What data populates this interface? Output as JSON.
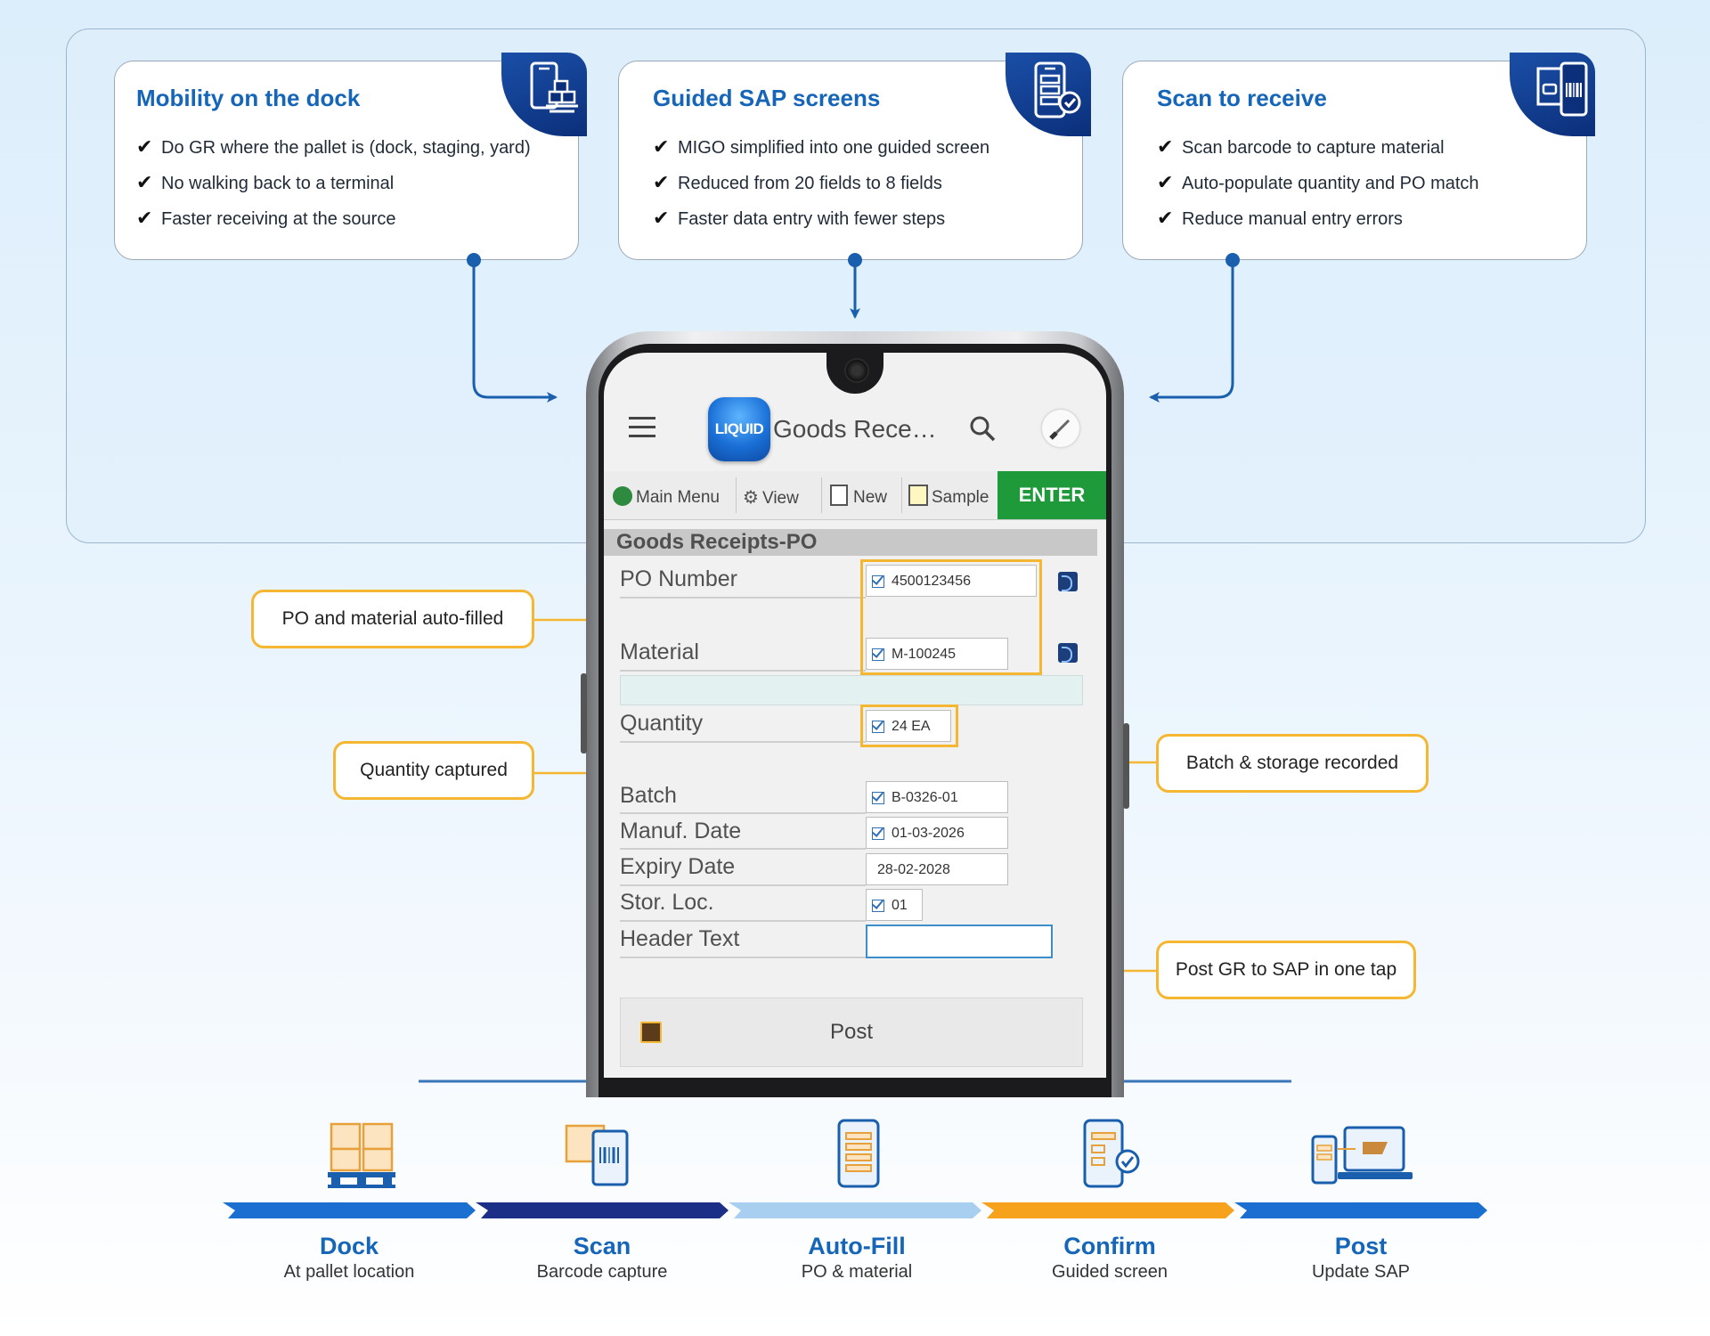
{
  "cards": [
    {
      "title": "Mobility on the dock",
      "items": [
        "Do GR where the pallet is (dock, staging, yard)",
        "No walking back to a terminal",
        "Faster receiving at the source"
      ],
      "icon": "mobile-pallet-icon"
    },
    {
      "title": "Guided SAP screens",
      "items": [
        "MIGO simplified into one guided screen",
        "Reduced from 20 fields to 8 fields",
        "Faster data entry with fewer steps"
      ],
      "icon": "mobile-form-check-icon"
    },
    {
      "title": "Scan to receive",
      "items": [
        "Scan barcode to capture material",
        "Auto-populate quantity and PO match",
        "Reduce manual entry errors"
      ],
      "icon": "barcode-scanner-icon"
    }
  ],
  "app": {
    "logo_text": "LIQUID",
    "title": "Goods Rece…",
    "toolbar": {
      "main_menu": "Main Menu",
      "view": "View",
      "new": "New",
      "sample": "Sample",
      "enter": "ENTER"
    },
    "section_title": "Goods Receipts-PO",
    "fields": {
      "po_number": {
        "label": "PO Number",
        "value": "4500123456"
      },
      "material": {
        "label": "Material",
        "value": "M-100245"
      },
      "quantity": {
        "label": "Quantity",
        "value": "24 EA"
      },
      "batch": {
        "label": "Batch",
        "value": "B-0326-01"
      },
      "manuf_date": {
        "label": "Manuf. Date",
        "value": "01-03-2026"
      },
      "expiry_date": {
        "label": "Expiry Date",
        "value": "28-02-2028"
      },
      "stor_loc": {
        "label": "Stor. Loc.",
        "value": "01"
      },
      "header_text": {
        "label": "Header Text",
        "value": ""
      }
    },
    "post_label": "Post"
  },
  "callouts": {
    "auto_filled": "PO and material auto-filled",
    "quantity": "Quantity captured",
    "batch": "Batch & storage recorded",
    "post": "Post GR to SAP in one tap"
  },
  "steps": [
    {
      "title": "Dock",
      "subtitle": "At pallet location",
      "color": "#1a6fd0"
    },
    {
      "title": "Scan",
      "subtitle": "Barcode capture",
      "color": "#1c2f86"
    },
    {
      "title": "Auto-Fill",
      "subtitle": "PO & material",
      "color": "#a8cff0"
    },
    {
      "title": "Confirm",
      "subtitle": "Guided screen",
      "color": "#f7a21c"
    },
    {
      "title": "Post",
      "subtitle": "Update SAP",
      "color": "#1a6fd0"
    }
  ],
  "colors": {
    "accent": "#1565b8",
    "callout_border": "#f5b731",
    "enter_green": "#1e9a3b",
    "connector": "#1a5fae"
  }
}
